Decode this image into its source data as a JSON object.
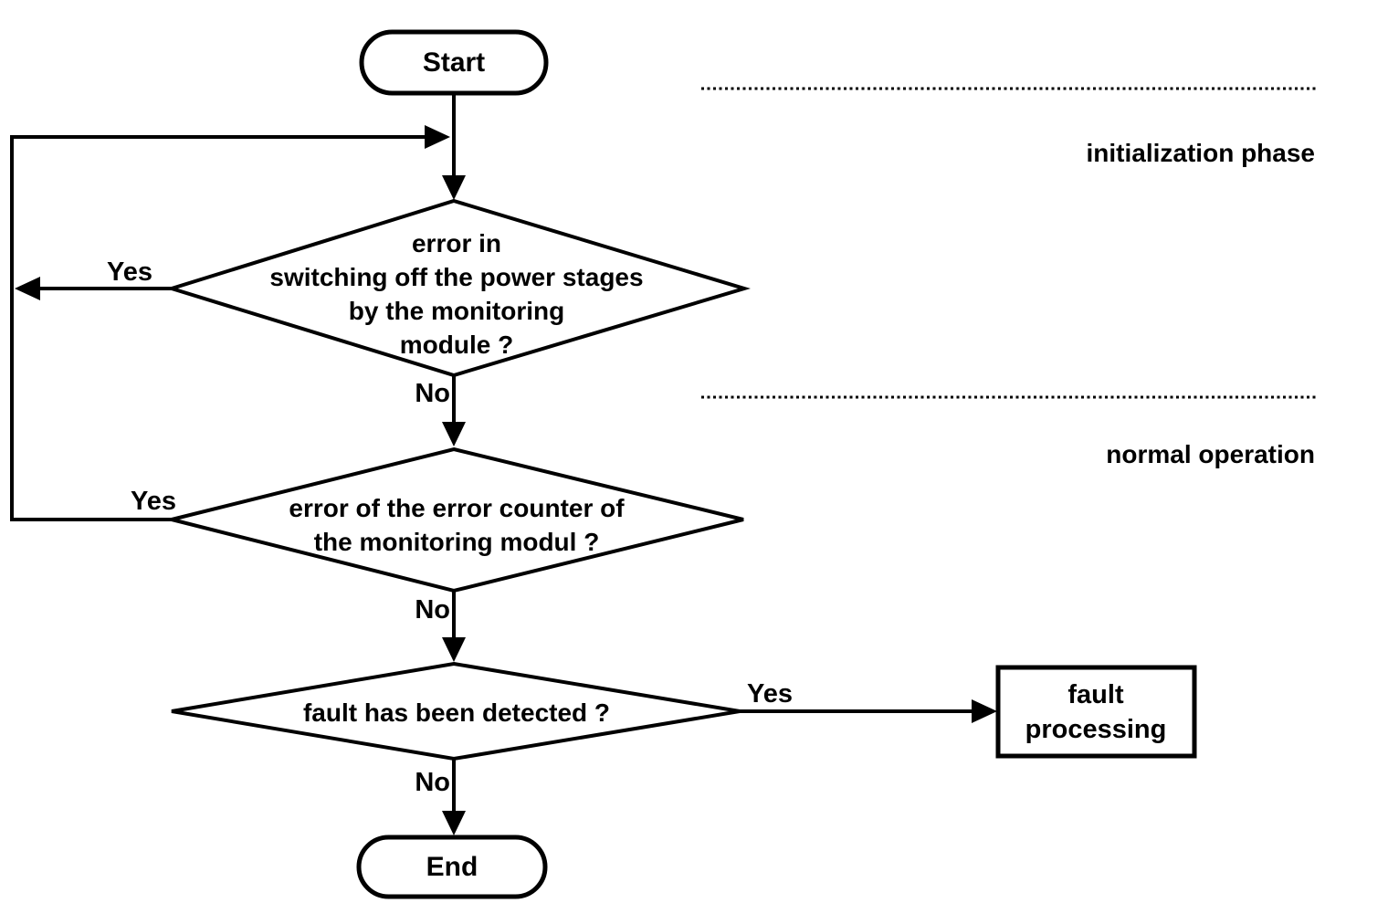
{
  "diagram": {
    "background": "#ffffff",
    "line_color": "#000000",
    "nodes": {
      "start": {
        "label": "Start"
      },
      "decision_power_stages": {
        "lines": [
          "error in",
          "switching off the power stages",
          "by the monitoring",
          "module ?"
        ]
      },
      "decision_error_counter": {
        "lines": [
          "error of the error counter of",
          "the monitoring modul ?"
        ]
      },
      "decision_fault_detected": {
        "lines": [
          "fault has been detected ?"
        ]
      },
      "fault_processing": {
        "lines": [
          "fault",
          "processing"
        ]
      },
      "end": {
        "label": "End"
      }
    },
    "branch_labels": {
      "power_stages_yes": "Yes",
      "power_stages_no": "No",
      "error_counter_yes": "Yes",
      "error_counter_no": "No",
      "fault_detected_yes": "Yes",
      "fault_detected_no": "No"
    },
    "annotations": {
      "initialization_phase": "initialization phase",
      "normal_operation": "normal operation"
    }
  }
}
